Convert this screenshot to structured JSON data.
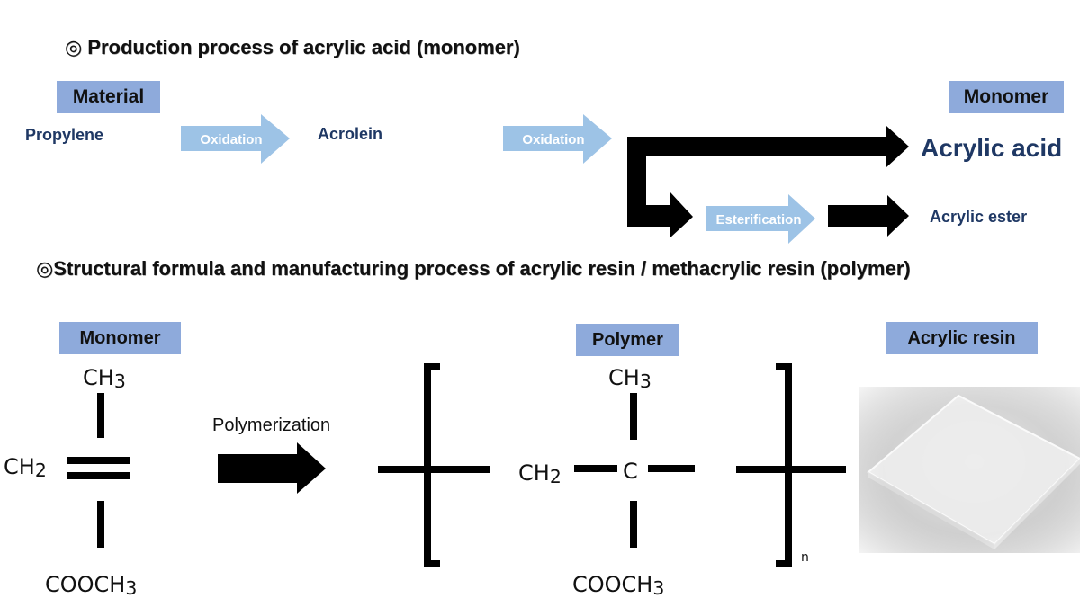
{
  "section1": {
    "title": "◎ Production process of acrylic acid (monomer)",
    "material_label": "Material",
    "monomer_label": "Monomer",
    "propylene": "Propylene",
    "oxidation1": "Oxidation",
    "acrolein": "Acrolein",
    "oxidation2": "Oxidation",
    "acrylic_acid": "Acrylic acid",
    "esterification": "Esterification",
    "acrylic_ester": "Acrylic ester"
  },
  "section2": {
    "title": "◎Structural formula and manufacturing process of acrylic resin / methacrylic resin (polymer)",
    "monomer_label": "Monomer",
    "polymer_label": "Polymer",
    "resin_label": "Acrylic resin",
    "polymerization": "Polymerization",
    "subscript_n": "n",
    "monomer_formula": {
      "top": {
        "main": "CH",
        "sub": "3"
      },
      "left": {
        "main": "CH",
        "sub": "2"
      },
      "bottom": {
        "main": "COOCH",
        "sub": "3"
      }
    },
    "polymer_formula": {
      "top": {
        "main": "CH",
        "sub": "3"
      },
      "left": {
        "main": "CH",
        "sub": "2"
      },
      "center": "C",
      "bottom": {
        "main": "COOCH",
        "sub": "3"
      }
    }
  },
  "colors": {
    "label_box": "#8eaadb",
    "light_arrow": "#9dc3e6",
    "dark_text": "#1f3864",
    "black": "#000000"
  }
}
